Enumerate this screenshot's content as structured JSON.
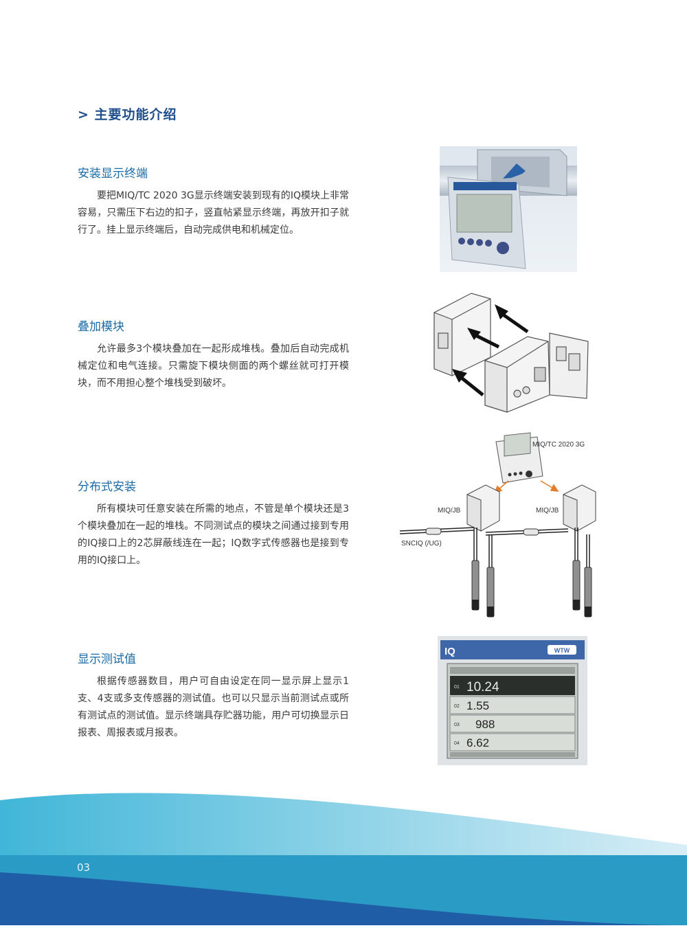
{
  "header": {
    "title": "> 主要功能介绍"
  },
  "sections": [
    {
      "title": "安装显示终端",
      "body": "要把MIQ/TC 2020 3G显示终端安装到现有的IQ模块上非常容易，只需压下右边的扣子，竖直帖紧显示终端，再放开扣子就行了。挂上显示终端后，自动完成供电和机械定位。"
    },
    {
      "title": "叠加模块",
      "body": "允许最多3个模块叠加在一起形成堆栈。叠加后自动完成机械定位和电气连接。只需旋下模块侧面的两个螺丝就可打开模块，而不用担心整个堆栈受到破坏。"
    },
    {
      "title": "分布式安装",
      "body": "所有模块可任意安装在所需的地点，不管是单个模块还是3个模块叠加在一起的堆栈。不同测试点的模块之间通过接到专用的IQ接口上的2芯屏蔽线连在一起；IQ数字式传感器也是接到专用的IQ接口上。"
    },
    {
      "title": "显示测试值",
      "body": "根据传感器数目，用户可自由设定在同一显示屏上显示1支、4支或多支传感器的测试值。也可以只显示当前测试点或所有测试点的测试值。显示终端具存贮器功能，用户可切换显示日报表、周报表或月报表。"
    }
  ],
  "diagram": {
    "terminal_label": "MIQ/TC 2020 3G",
    "jb_left_label": "MIQ/JB",
    "jb_right_label": "MIQ/JB",
    "cable_label": "SNCIQ (/UG)"
  },
  "display": {
    "brand": "IQ",
    "logo": "WTW",
    "readings": [
      {
        "channel": "01",
        "value": "10.24"
      },
      {
        "channel": "02",
        "value": "1.55"
      },
      {
        "channel": "03",
        "value": "988"
      },
      {
        "channel": "04",
        "value": "6.62"
      }
    ]
  },
  "footer": {
    "page_number": "03"
  }
}
